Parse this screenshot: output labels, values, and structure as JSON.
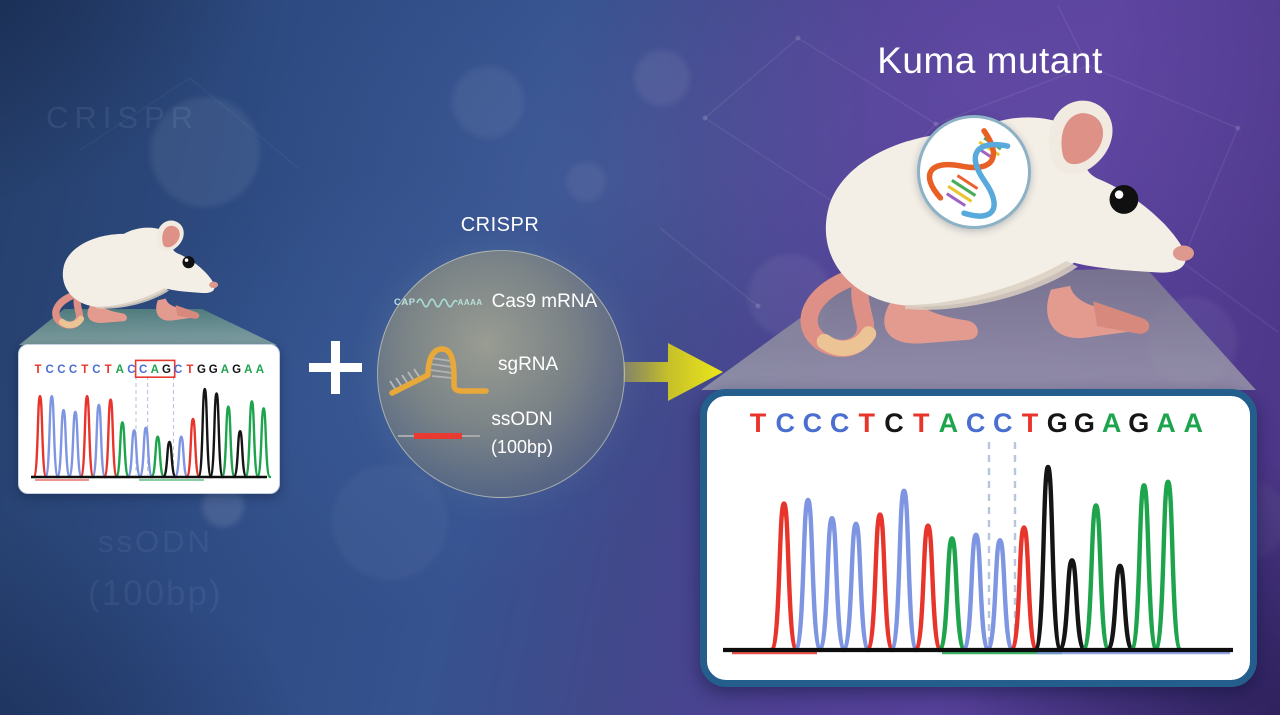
{
  "title": "Kuma mutant",
  "ghost_text": {
    "crispr": "CRISPR",
    "ssodn": "ssODN",
    "bp": "(100bp)"
  },
  "crispr": {
    "label": "CRISPR",
    "cas9": {
      "prefix": "CAP",
      "suffix": "AAAA",
      "label": "Cas9 mRNA"
    },
    "sgrna": {
      "label": "sgRNA"
    },
    "ssodn": {
      "label": "ssODN",
      "sublabel": "(100bp)"
    }
  },
  "icons": {
    "plus": "plus-icon",
    "arrow": "arrow-right-icon",
    "dna_badge": "dna-helix-icon",
    "wild_mouse": "mouse-icon",
    "mutant_mouse": "mouse-icon"
  },
  "palette": {
    "thymine_red": "#e8352c",
    "cytosine_blue": "#4a6fd0",
    "adenine_green": "#1ea44d",
    "guanine_black": "#151515",
    "trace_blue": "#7e95e2",
    "panel_border": "#245e8d",
    "arrow_yellow": "#ece61a",
    "crispr_orange": "#e8a83a",
    "ssodn_red": "#e83a30",
    "mrna_teal": "#a8d8d2",
    "dash_blue": "#b7c6dc",
    "box_red": "#e63a33"
  },
  "wild_chromatogram": {
    "sequence_string": "TCCCTCTACCAGCTGGAGAA",
    "boxed_label": "CAG",
    "boxed_indices": [
      9,
      10,
      11
    ],
    "sequence": [
      {
        "ch": "T",
        "c": "red"
      },
      {
        "ch": "C",
        "c": "blue"
      },
      {
        "ch": "C",
        "c": "blue"
      },
      {
        "ch": "C",
        "c": "blue"
      },
      {
        "ch": "T",
        "c": "red"
      },
      {
        "ch": "C",
        "c": "blue"
      },
      {
        "ch": "T",
        "c": "red"
      },
      {
        "ch": "A",
        "c": "green"
      },
      {
        "ch": "C",
        "c": "blue"
      },
      {
        "ch": "C",
        "c": "blue"
      },
      {
        "ch": "A",
        "c": "green"
      },
      {
        "ch": "G",
        "c": "black"
      },
      {
        "ch": "C",
        "c": "blue"
      },
      {
        "ch": "T",
        "c": "red"
      },
      {
        "ch": "G",
        "c": "black"
      },
      {
        "ch": "G",
        "c": "black"
      },
      {
        "ch": "A",
        "c": "green"
      },
      {
        "ch": "G",
        "c": "black"
      },
      {
        "ch": "A",
        "c": "green"
      },
      {
        "ch": "A",
        "c": "green"
      }
    ],
    "peaks": [
      {
        "c": "red",
        "h": 0.92
      },
      {
        "c": "tblue",
        "h": 0.92
      },
      {
        "c": "tblue",
        "h": 0.76
      },
      {
        "c": "tblue",
        "h": 0.74
      },
      {
        "c": "red",
        "h": 0.92
      },
      {
        "c": "tblue",
        "h": 0.82
      },
      {
        "c": "red",
        "h": 0.88
      },
      {
        "c": "green",
        "h": 0.62
      },
      {
        "c": "tblue",
        "h": 0.53
      },
      {
        "c": "tblue",
        "h": 0.56
      },
      {
        "c": "green",
        "h": 0.46
      },
      {
        "c": "black",
        "h": 0.4
      },
      {
        "c": "tblue",
        "h": 0.46
      },
      {
        "c": "red",
        "h": 0.66
      },
      {
        "c": "black",
        "h": 1.0
      },
      {
        "c": "black",
        "h": 0.95
      },
      {
        "c": "green",
        "h": 0.8
      },
      {
        "c": "black",
        "h": 0.52
      },
      {
        "c": "green",
        "h": 0.86
      },
      {
        "c": "green",
        "h": 0.78
      }
    ]
  },
  "mutant_chromatogram": {
    "sequence_string": "TCCCTCTACCTGGAGAA",
    "sequence": [
      {
        "ch": "T",
        "c": "red"
      },
      {
        "ch": "C",
        "c": "blue"
      },
      {
        "ch": "C",
        "c": "blue"
      },
      {
        "ch": "C",
        "c": "blue"
      },
      {
        "ch": "T",
        "c": "red"
      },
      {
        "ch": "C",
        "c": "black"
      },
      {
        "ch": "T",
        "c": "red"
      },
      {
        "ch": "A",
        "c": "green"
      },
      {
        "ch": "C",
        "c": "blue"
      },
      {
        "ch": "C",
        "c": "blue"
      },
      {
        "ch": "T",
        "c": "red"
      },
      {
        "ch": "G",
        "c": "black"
      },
      {
        "ch": "G",
        "c": "black"
      },
      {
        "ch": "A",
        "c": "green"
      },
      {
        "ch": "G",
        "c": "black"
      },
      {
        "ch": "A",
        "c": "green"
      },
      {
        "ch": "A",
        "c": "green"
      }
    ],
    "peaks": [
      {
        "c": "red",
        "h": 0.8
      },
      {
        "c": "tblue",
        "h": 0.82
      },
      {
        "c": "tblue",
        "h": 0.72
      },
      {
        "c": "tblue",
        "h": 0.69
      },
      {
        "c": "red",
        "h": 0.74
      },
      {
        "c": "tblue",
        "h": 0.87
      },
      {
        "c": "red",
        "h": 0.68
      },
      {
        "c": "green",
        "h": 0.61
      },
      {
        "c": "tblue",
        "h": 0.63
      },
      {
        "c": "tblue",
        "h": 0.6
      },
      {
        "c": "red",
        "h": 0.67
      },
      {
        "c": "black",
        "h": 1.0
      },
      {
        "c": "black",
        "h": 0.49
      },
      {
        "c": "green",
        "h": 0.79
      },
      {
        "c": "black",
        "h": 0.46
      },
      {
        "c": "green",
        "h": 0.9
      },
      {
        "c": "green",
        "h": 0.92
      }
    ]
  }
}
